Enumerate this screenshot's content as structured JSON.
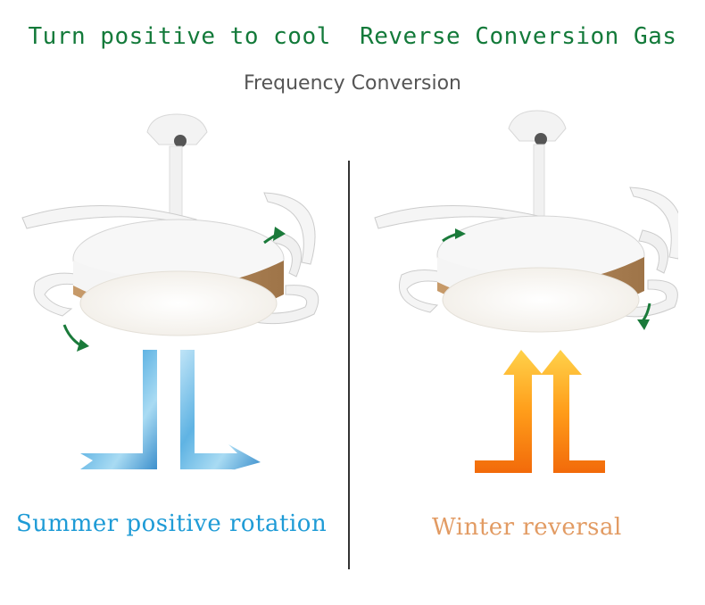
{
  "headline": {
    "left": "Turn positive to cool",
    "right": "Reverse Conversion Gas"
  },
  "subhead": "Frequency Conversion",
  "panels": {
    "summer": {
      "caption": "Summer positive rotation",
      "airflow": "down"
    },
    "winter": {
      "caption": "Winter reversal",
      "airflow": "up"
    }
  },
  "colors": {
    "headline": "#137a3a",
    "subhead": "#555555",
    "summer_caption": "#1e9bd6",
    "winter_caption": "#e29b63",
    "rotation_arrow": "#1a7a3a",
    "wood": "#b48a5e"
  }
}
